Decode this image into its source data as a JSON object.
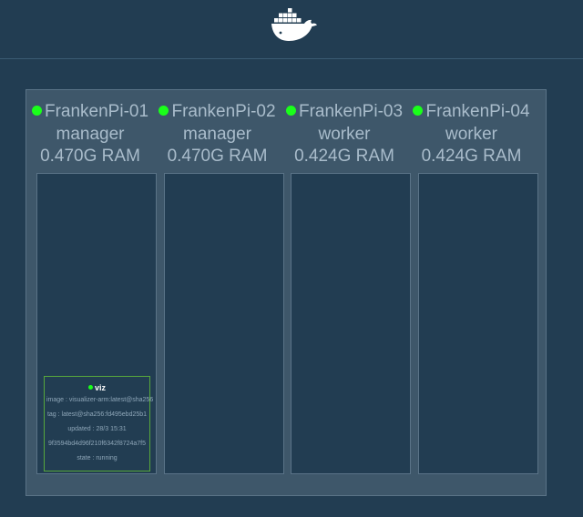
{
  "header": {
    "logo_icon": "docker-whale-icon",
    "colors": {
      "background": "#223d52",
      "logo": "#ffffff"
    }
  },
  "cluster": {
    "colors": {
      "panel": "#3e576a",
      "node_body": "#223d52",
      "status_ok": "#1aff1a",
      "task_border": "#57a83c"
    },
    "nodes": [
      {
        "name": "FrankenPi-01",
        "role": "manager",
        "ram": "0.470G RAM",
        "status": "ready",
        "tasks": [
          {
            "name": "viz",
            "image": "image : visualizer-arm:latest@sha256",
            "tag": "tag : latest@sha256:fd495ebd25b1",
            "updated": "updated : 28/3 15:31",
            "id": "9f3594bd4d96f210f6342f8724a7f5",
            "state": "state : running"
          }
        ]
      },
      {
        "name": "FrankenPi-02",
        "role": "manager",
        "ram": "0.470G RAM",
        "status": "ready",
        "tasks": []
      },
      {
        "name": "FrankenPi-03",
        "role": "worker",
        "ram": "0.424G RAM",
        "status": "ready",
        "tasks": []
      },
      {
        "name": "FrankenPi-04",
        "role": "worker",
        "ram": "0.424G RAM",
        "status": "ready",
        "tasks": []
      }
    ]
  }
}
